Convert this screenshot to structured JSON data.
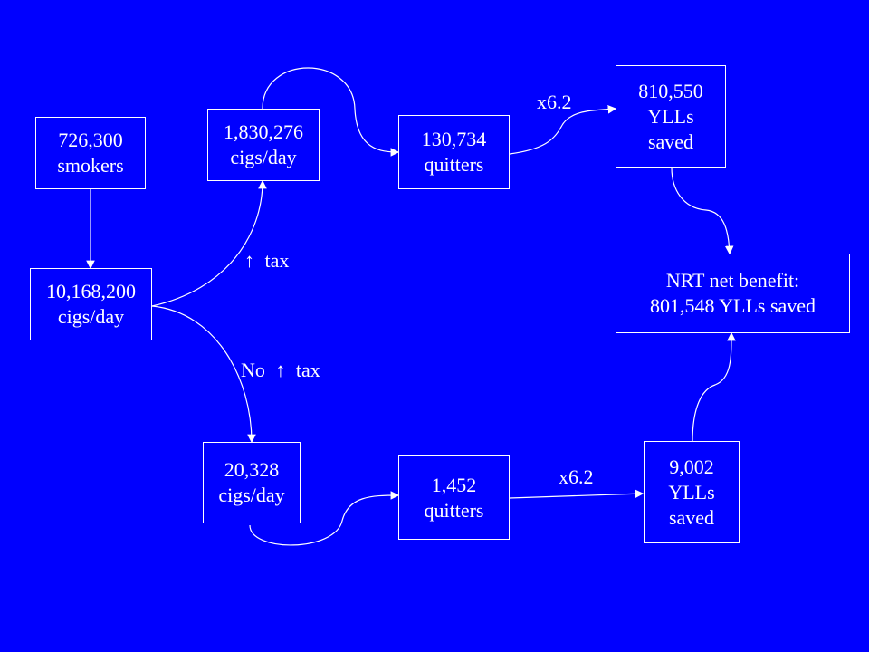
{
  "nodes": {
    "smokers": {
      "line1": "726,300",
      "line2": "smokers"
    },
    "base_cigs": {
      "line1": "10,168,200",
      "line2": "cigs/day"
    },
    "tax_cigs": {
      "line1": "1,830,276",
      "line2": "cigs/day"
    },
    "tax_quitters": {
      "line1": "130,734",
      "line2": "quitters"
    },
    "tax_ylls": {
      "line1": "810,550",
      "line2": "YLLs",
      "line3": "saved"
    },
    "notax_cigs": {
      "line1": "20,328",
      "line2": "cigs/day"
    },
    "notax_quitters": {
      "line1": "1,452",
      "line2": "quitters"
    },
    "notax_ylls": {
      "line1": "9,002",
      "line2": "YLLs",
      "line3": "saved"
    },
    "net": {
      "line1": "NRT net benefit:",
      "line2": "801,548 YLLs saved"
    }
  },
  "labels": {
    "tax_up": {
      "arrow": "↑",
      "text": "tax"
    },
    "no_tax_up": {
      "prefix": "No",
      "arrow": "↑",
      "text": "tax"
    },
    "mult_top": "x6.2",
    "mult_bottom": "x6.2"
  },
  "colors": {
    "background": "#0000ff",
    "foreground": "#ffffff"
  }
}
